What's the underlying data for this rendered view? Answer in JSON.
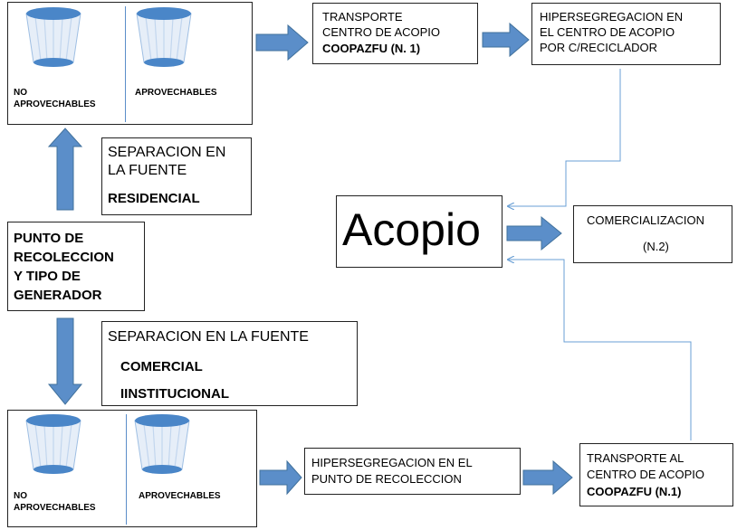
{
  "top_bins": {
    "left_label": [
      "NO",
      "APROVECHABLES"
    ],
    "right_label": "APROVECHABLES"
  },
  "bottom_bins": {
    "left_label": [
      "NO",
      "APROVECHABLES"
    ],
    "right_label": "APROVECHABLES"
  },
  "transport_top": {
    "line1": "TRANSPORTE",
    "line2": "CENTRO DE ACOPIO",
    "line3": "COOPAZFU (N. 1)"
  },
  "hyperseg_top": {
    "line1": "HIPERSEGREGACION EN",
    "line2": "EL CENTRO DE ACOPIO",
    "line3": "POR C/RECICLADOR"
  },
  "separacion_residencial": {
    "line1": "SEPARACION EN",
    "line2": "LA FUENTE",
    "line3": "RESIDENCIAL"
  },
  "acopio": {
    "label": "Acopio"
  },
  "comercializacion": {
    "line1": "COMERCIALIZACION",
    "line2": "(N.2)"
  },
  "punto": {
    "line1": "PUNTO DE",
    "line2": "RECOLECCION",
    "line3": "Y TIPO DE",
    "line4": "GENERADOR"
  },
  "separacion_comercial": {
    "line1": "SEPARACION EN LA FUENTE",
    "line2": "COMERCIAL",
    "line3": "IINSTITUCIONAL"
  },
  "hyperseg_bottom": {
    "line1": "HIPERSEGREGACION EN EL",
    "line2": "PUNTO DE RECOLECCION"
  },
  "transport_bottom": {
    "line1": "TRANSPORTE AL",
    "line2": "CENTRO DE ACOPIO",
    "line3": "COOPAZFU (N.1)"
  },
  "colors": {
    "arrow_fill": "#5b8ec9",
    "arrow_stroke": "#41719c",
    "connector": "#6a9fd4",
    "bin_light": "#dbe7f5",
    "bin_dark": "#4a86c8"
  }
}
